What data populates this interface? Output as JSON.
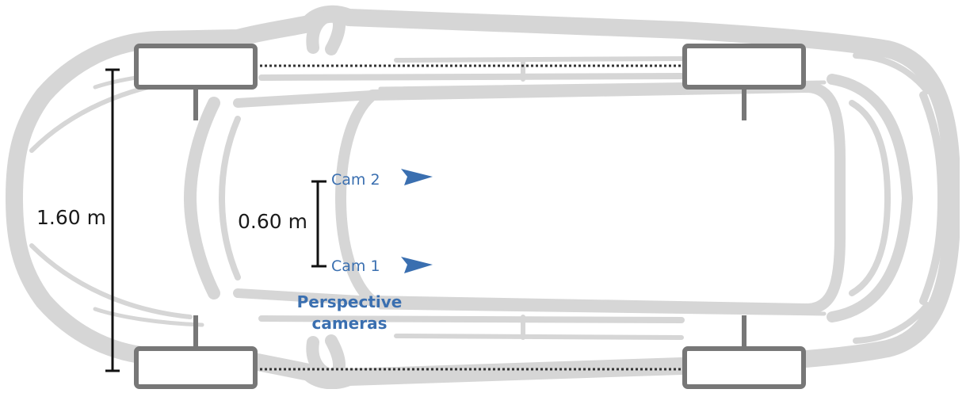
{
  "colors": {
    "car_outline": "#d6d6d6",
    "wheel": "#777777",
    "axle": "#333333",
    "dimension": "#111111",
    "camera": "#3a6fb0"
  },
  "dimensions": {
    "track_width": "1.60 m",
    "camera_baseline": "0.60 m"
  },
  "cameras": [
    {
      "label": "Cam 2",
      "icon": "camera-arrow-icon"
    },
    {
      "label": "Cam 1",
      "icon": "camera-arrow-icon"
    }
  ],
  "caption": {
    "line1": "Perspective",
    "line2": "cameras"
  }
}
